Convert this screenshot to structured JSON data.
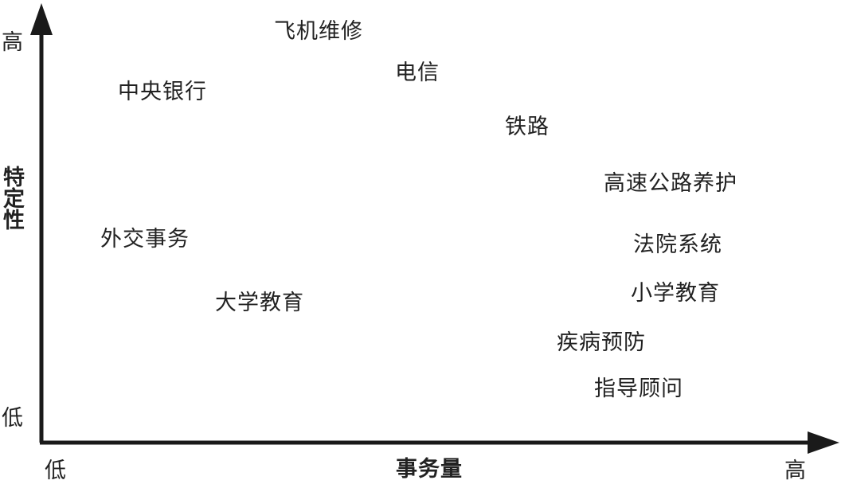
{
  "axes": {
    "y_title": "特定性",
    "y_high": "高",
    "y_low": "低",
    "x_title": "事务量",
    "x_low": "低",
    "x_high": "高",
    "color": "#1a1a1a"
  },
  "items": [
    {
      "label": "飞机维修"
    },
    {
      "label": "电信"
    },
    {
      "label": "中央银行"
    },
    {
      "label": "铁路"
    },
    {
      "label": "高速公路养护"
    },
    {
      "label": "外交事务"
    },
    {
      "label": "法院系统"
    },
    {
      "label": "大学教育"
    },
    {
      "label": "小学教育"
    },
    {
      "label": "疾病预防"
    },
    {
      "label": "指导顾问"
    }
  ]
}
